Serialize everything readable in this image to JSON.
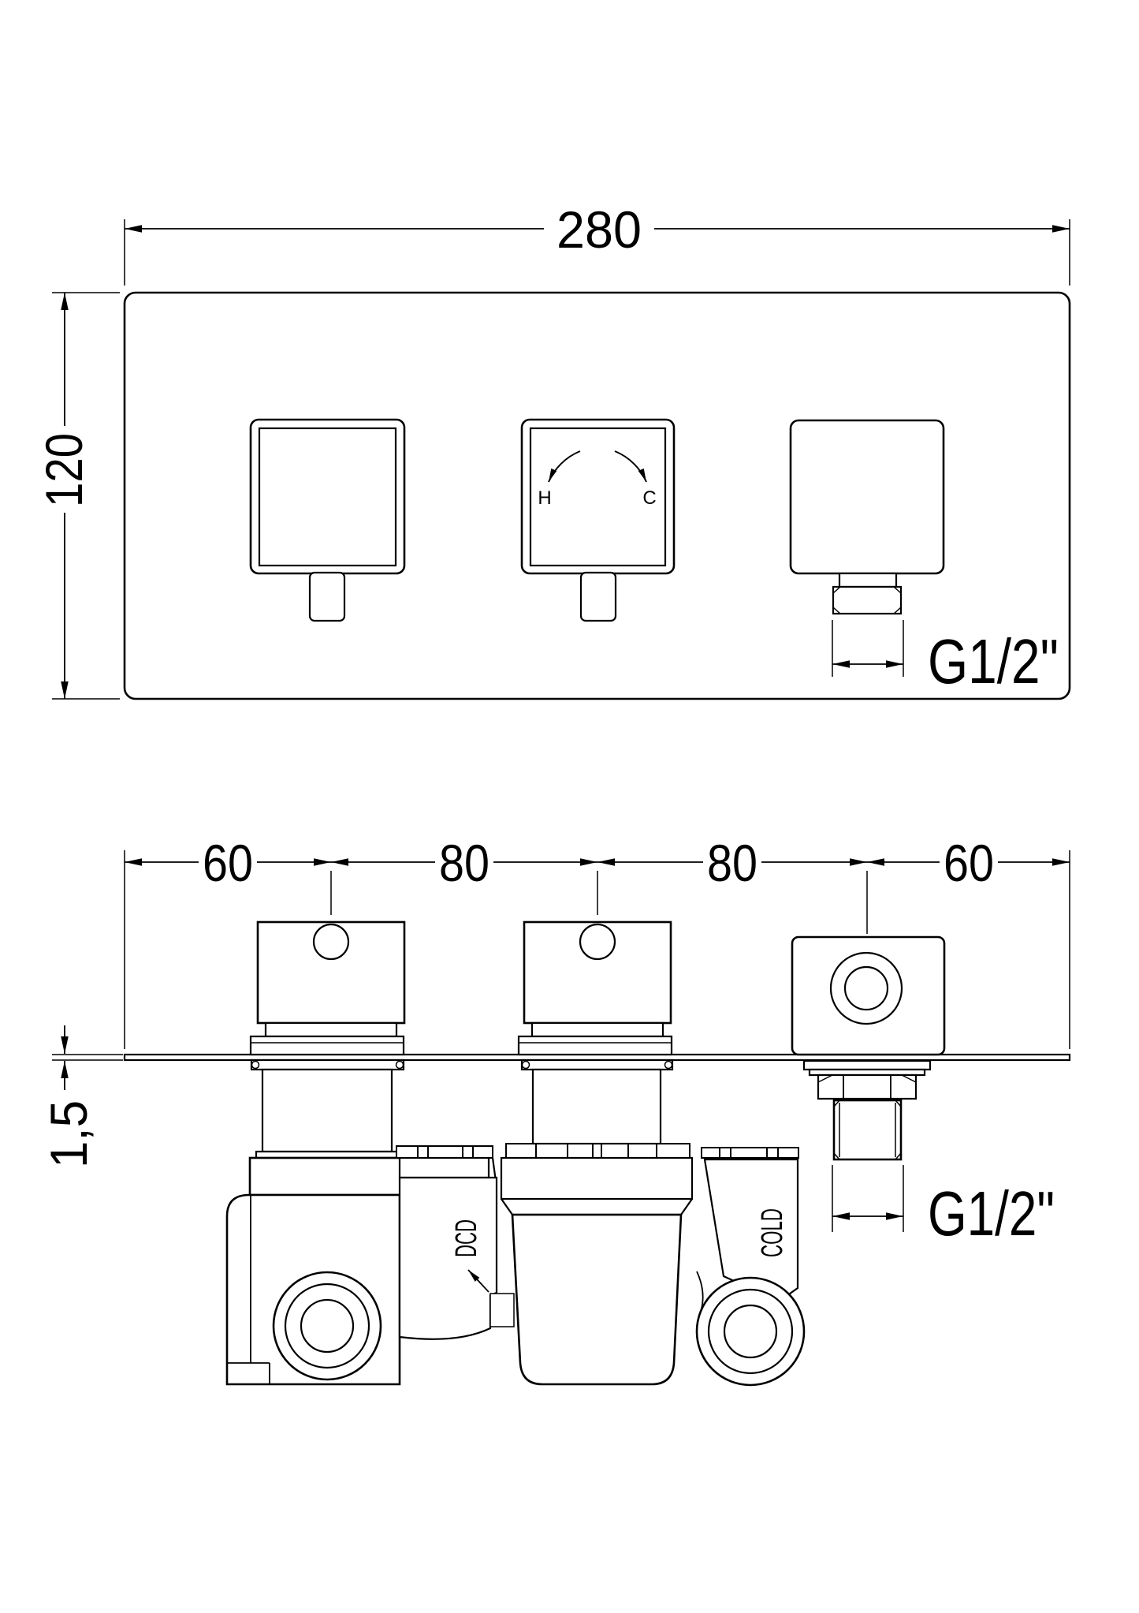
{
  "colors": {
    "line": "#000000",
    "background": "#ffffff"
  },
  "front_view": {
    "dim_width": "280",
    "dim_height": "120",
    "outlet_thread": "G1/2\"",
    "hot_label": "H",
    "cold_label": "C"
  },
  "side_view": {
    "spacing_dims": [
      "60",
      "80",
      "80",
      "60"
    ],
    "plate_thickness_dim": "1,5",
    "outlet_thread": "G1/2\"",
    "port_labels": {
      "center": "DCD",
      "right": "COLD"
    }
  }
}
